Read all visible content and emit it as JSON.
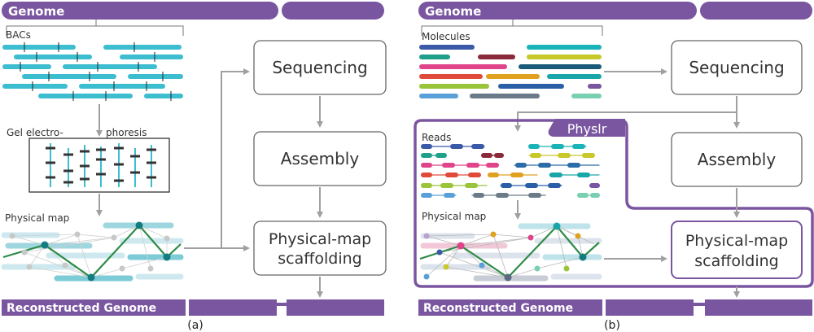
{
  "panel_a": {
    "genome_label": "Genome",
    "bacs_label": "BACs",
    "gel_label_1": "Gel electro-",
    "gel_label_2": "phoresis",
    "physical_map_label": "Physical map",
    "steps": [
      "Sequencing",
      "Assembly"
    ],
    "scaffold_line1": "Physical-map",
    "scaffold_line2": "scaffolding",
    "reconstructed_label": "Reconstructed Genome",
    "caption": "(a)"
  },
  "panel_b": {
    "genome_label": "Genome",
    "molecules_label": "Molecules",
    "tool_label": "Physlr",
    "reads_label": "Reads",
    "physical_map_label": "Physical map",
    "steps": [
      "Sequencing",
      "Assembly"
    ],
    "scaffold_line1": "Physical-map",
    "scaffold_line2": "scaffolding",
    "reconstructed_label": "Reconstructed Genome",
    "caption": "(b)"
  },
  "colors": {
    "purple": "#7b56a0",
    "teal": "#3dbccf",
    "green": "#2e8b46",
    "node": "#137c82",
    "arrow": "#9a9a9a"
  }
}
